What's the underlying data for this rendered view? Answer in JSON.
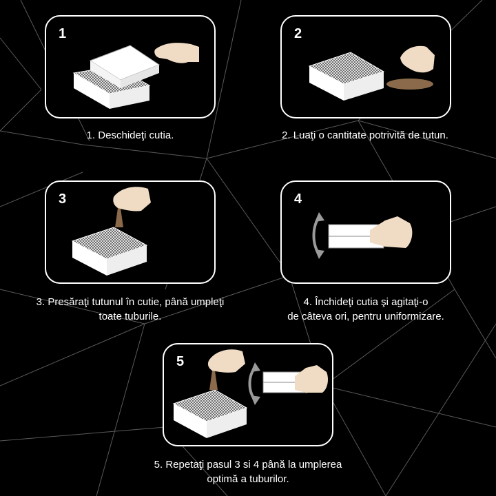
{
  "steps": [
    {
      "number": "1",
      "caption": [
        "1. Deschideţi cutia."
      ]
    },
    {
      "number": "2",
      "caption": [
        "2. Luaţi o cantitate potrivită de tutun."
      ]
    },
    {
      "number": "3",
      "caption": [
        "3. Presăraţi tutunul în cutie, până umpleţi",
        "toate tuburile."
      ]
    },
    {
      "number": "4",
      "caption": [
        "4. Închideţi cutia şi agitaţi-o",
        "de câteva ori, pentru uniformizare."
      ]
    },
    {
      "number": "5",
      "caption": [
        "5. Repetaţi pasul 3 si 4 până la umplerea",
        "optimă a tuburilor."
      ]
    }
  ],
  "colors": {
    "background": "#000000",
    "panel_border": "#ffffff",
    "text": "#ffffff",
    "lines": "#5a5a5a",
    "hand": "#f0dcc4",
    "tobacco": "#8a6a4a",
    "box_white": "#ffffff",
    "box_mesh": "#555555",
    "arrow": "#9a9a9a"
  },
  "icons": [
    "box-icon",
    "hand-icon",
    "tobacco-icon",
    "shake-arrow-icon"
  ]
}
